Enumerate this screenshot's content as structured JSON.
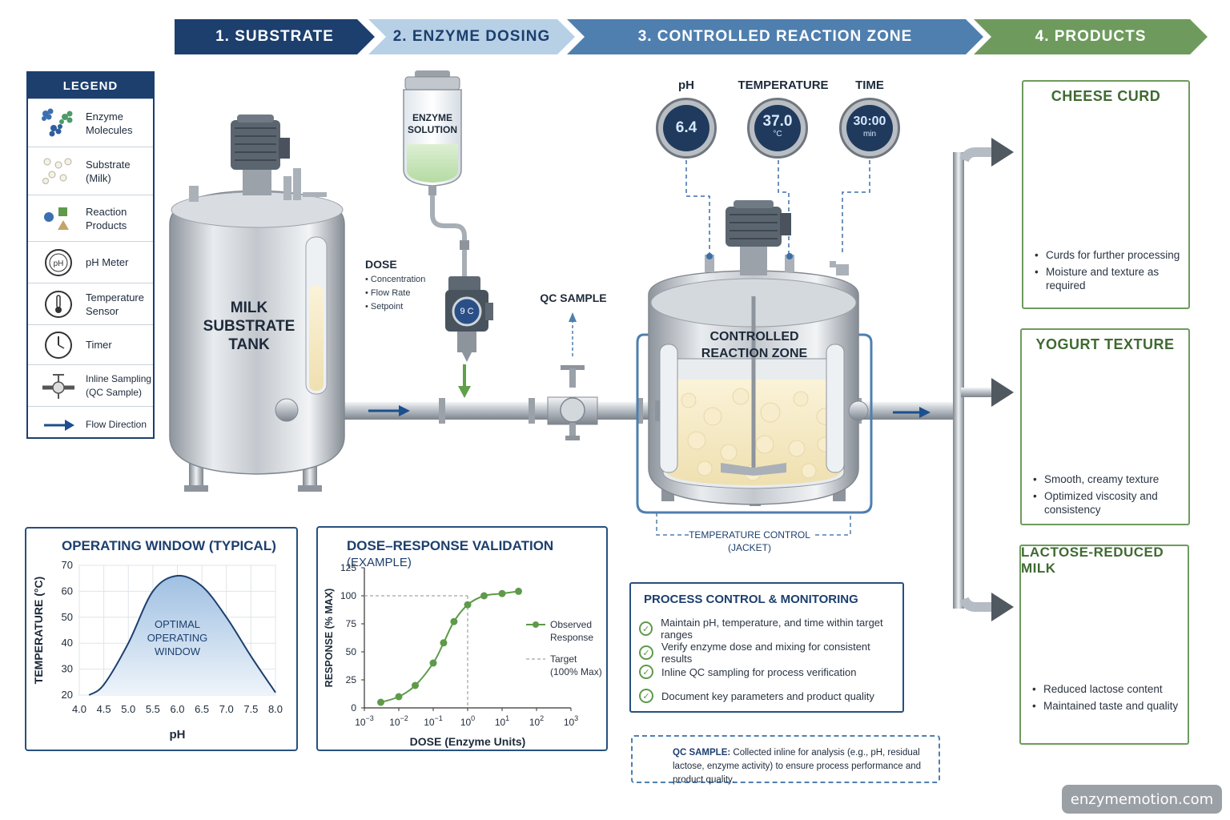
{
  "steps": [
    "1. SUBSTRATE",
    "2. ENZYME DOSING",
    "3. CONTROLLED REACTION ZONE",
    "4. PRODUCTS"
  ],
  "legend": {
    "title": "LEGEND",
    "items": [
      {
        "icon": "enzyme-molecules-icon",
        "label": "Enzyme\nMolecules"
      },
      {
        "icon": "substrate-milk-icon",
        "label": "Substrate\n(Milk)"
      },
      {
        "icon": "reaction-products-icon",
        "label": "Reaction\nProducts"
      },
      {
        "icon": "ph-meter-icon",
        "label": "pH Meter"
      },
      {
        "icon": "temperature-sensor-icon",
        "label": "Temperature\nSensor"
      },
      {
        "icon": "timer-icon",
        "label": "Timer"
      },
      {
        "icon": "inline-sampling-icon",
        "label": "Inline Sampling\n(QC Sample)"
      },
      {
        "icon": "flow-direction-icon",
        "label": "Flow Direction"
      }
    ]
  },
  "tank": {
    "label_line1": "MILK",
    "label_line2": "SUBSTRATE",
    "label_line3": "TANK"
  },
  "enzyme": {
    "label_line1": "ENZYME",
    "label_line2": "SOLUTION",
    "pump_label": "9 C"
  },
  "dose": {
    "title": "DOSE",
    "items": [
      "Concentration",
      "Flow Rate",
      "Setpoint"
    ]
  },
  "qc_sample_label": "QC SAMPLE",
  "gauges": [
    {
      "label": "pH",
      "value": "6.4",
      "unit": ""
    },
    {
      "label": "TEMPERATURE",
      "value": "37.0",
      "unit": "°C"
    },
    {
      "label": "TIME",
      "value": "30:00",
      "unit": "min"
    }
  ],
  "reactor": {
    "label_line1": "CONTROLLED",
    "label_line2": "REACTION ZONE",
    "jacket_line1": "TEMPERATURE CONTROL",
    "jacket_line2": "(JACKET)"
  },
  "products": [
    {
      "title": "CHEESE CURD",
      "bullets": [
        "Curds for further processing",
        "Moisture and texture as required"
      ]
    },
    {
      "title": "YOGURT TEXTURE",
      "bullets": [
        "Smooth, creamy texture",
        "Optimized viscosity and consistency"
      ]
    },
    {
      "title": "LACTOSE-REDUCED MILK",
      "bullets": [
        "Reduced lactose content",
        "Maintained taste and quality"
      ]
    }
  ],
  "process_control": {
    "title": "PROCESS CONTROL & MONITORING",
    "items": [
      "Maintain pH, temperature, and time within target ranges",
      "Verify enzyme dose and mixing for consistent results",
      "Inline QC sampling for process verification",
      "Document key parameters and product quality"
    ]
  },
  "qc_note": {
    "bold": "QC SAMPLE:",
    "text": " Collected inline for analysis (e.g., pH, residual lactose, enzyme activity) to ensure process performance and product quality."
  },
  "watermark": "enzymemotion.com",
  "colors": {
    "navy": "#1c3f6e",
    "mid_blue": "#4f7fae",
    "light_blue": "#b7d0e6",
    "green": "#6e9b5d",
    "curve_green": "#5e9a4a"
  },
  "chart_data": [
    {
      "type": "area",
      "title": "OPERATING WINDOW (TYPICAL)",
      "xlabel": "pH",
      "ylabel": "TEMPERATURE (°C)",
      "xlim": [
        4.0,
        8.0
      ],
      "ylim": [
        20,
        70
      ],
      "x_ticks": [
        "4.0",
        "4.5",
        "5.0",
        "5.5",
        "6.0",
        "6.5",
        "7.0",
        "7.5",
        "8.0"
      ],
      "y_ticks": [
        "20",
        "30",
        "40",
        "50",
        "60",
        "70"
      ],
      "grid": true,
      "annotation": "OPTIMAL\nOPERATING\nWINDOW",
      "x": [
        4.2,
        4.5,
        5.0,
        5.5,
        6.0,
        6.5,
        7.0,
        7.5,
        8.0
      ],
      "y": [
        20,
        24,
        40,
        60,
        66,
        62,
        50,
        35,
        21
      ]
    },
    {
      "type": "line",
      "title": "DOSE–RESPONSE VALIDATION",
      "title_suffix": "(EXAMPLE)",
      "xlabel": "DOSE (Enzyme Units)",
      "ylabel": "RESPONSE (% MAX)",
      "x_scale": "log",
      "xlim": [
        0.001,
        1000
      ],
      "ylim": [
        0,
        125
      ],
      "x_tick_exponents": [
        "-3",
        "-2",
        "-1",
        "0",
        "1",
        "2",
        "3"
      ],
      "y_ticks": [
        "0",
        "25",
        "50",
        "75",
        "100",
        "125"
      ],
      "grid": false,
      "legend_position": "right",
      "series": [
        {
          "name": "Observed\nResponse",
          "x": [
            0.003,
            0.01,
            0.03,
            0.1,
            0.2,
            0.4,
            1,
            3,
            10,
            30
          ],
          "y": [
            5,
            10,
            20,
            40,
            58,
            77,
            92,
            100,
            102,
            104
          ]
        }
      ],
      "target": {
        "name": "Target\n(100% Max)",
        "y": 100,
        "x": 1
      }
    }
  ]
}
